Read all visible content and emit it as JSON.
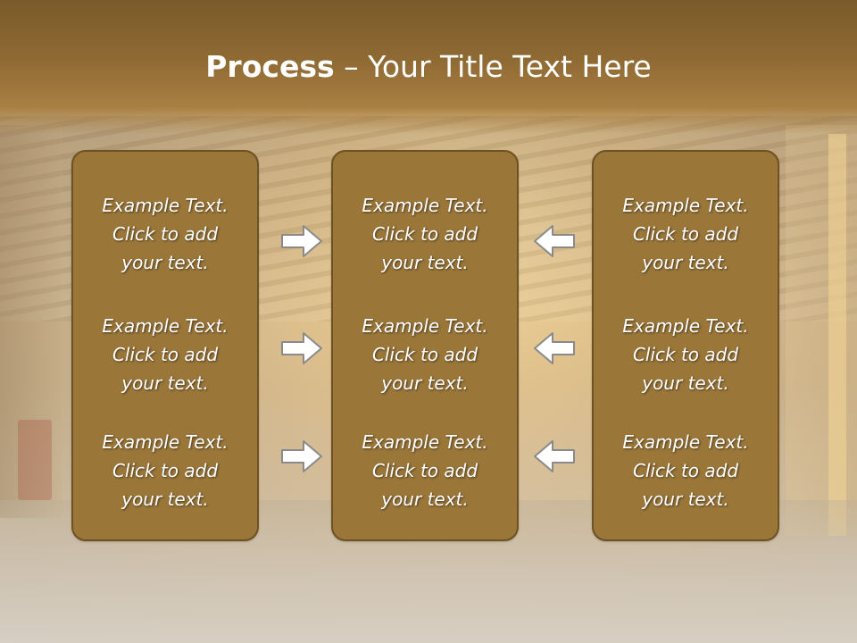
{
  "slide": {
    "title_bold": "Process",
    "title_rest": " – Your Title Text Here"
  },
  "columns": [
    {
      "items": [
        {
          "line1": "Example Text.",
          "line2": "Click  to add",
          "line3": "your text."
        },
        {
          "line1": "Example Text.",
          "line2": "Click  to add",
          "line3": "your text."
        },
        {
          "line1": "Example Text.",
          "line2": "Click  to add",
          "line3": "your text."
        }
      ]
    },
    {
      "items": [
        {
          "line1": "Example Text.",
          "line2": "Click  to add",
          "line3": "your text."
        },
        {
          "line1": "Example Text.",
          "line2": "Click  to add",
          "line3": "your text."
        },
        {
          "line1": "Example Text.",
          "line2": "Click  to add",
          "line3": "your text."
        }
      ]
    },
    {
      "items": [
        {
          "line1": "Example Text.",
          "line2": "Click  to add",
          "line3": "your text."
        },
        {
          "line1": "Example Text.",
          "line2": "Click  to add",
          "line3": "your text."
        },
        {
          "line1": "Example Text.",
          "line2": "Click  to add",
          "line3": "your text."
        }
      ]
    }
  ],
  "arrows": {
    "left_group_icon": "arrow-right-icon",
    "right_group_icon": "arrow-left-icon"
  },
  "colors": {
    "header": "#8f6a33",
    "box_fill": "#9a7639",
    "box_border": "#6e5223",
    "text": "#ffffff"
  }
}
